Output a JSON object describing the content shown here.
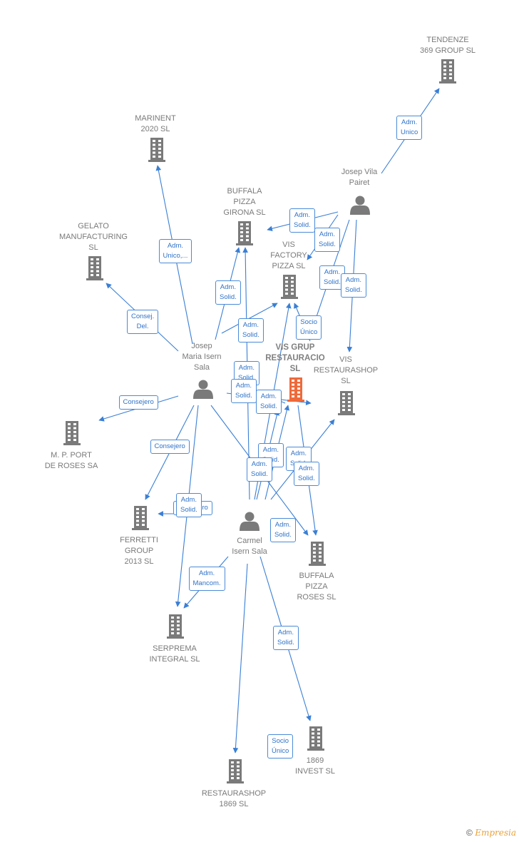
{
  "colors": {
    "edge": "#3a7fd5",
    "company": "#7a7a7a",
    "main_company": "#ee6a3a",
    "person": "#7a7a7a"
  },
  "nodes": [
    {
      "id": "tendenze",
      "kind": "company",
      "label": "TENDENZE\n369 GROUP SL"
    },
    {
      "id": "marinent",
      "kind": "company",
      "label": "MARINENT\n2020  SL"
    },
    {
      "id": "josep_vila",
      "kind": "person",
      "label": "Josep Vila\nPairet"
    },
    {
      "id": "buffala_girona",
      "kind": "company",
      "label": "BUFFALA\nPIZZA\nGIRONA  SL"
    },
    {
      "id": "gelato",
      "kind": "company",
      "label": "GELATO\nMANUFACTURING\nSL"
    },
    {
      "id": "vis_factory",
      "kind": "company",
      "label": "VIS\nFACTORY\nPIZZA  SL"
    },
    {
      "id": "vis_grup",
      "kind": "main",
      "label": "VIS GRUP\nRESTAURACIO\nSL"
    },
    {
      "id": "vis_restaurashop",
      "kind": "company",
      "label": "VIS\nRESTAURASHOP\nSL"
    },
    {
      "id": "josep_maria",
      "kind": "person",
      "label": "Josep\nMaria Isern\nSala"
    },
    {
      "id": "mp_port",
      "kind": "company",
      "label": "M. P. PORT\nDE ROSES SA"
    },
    {
      "id": "ferretti",
      "kind": "company",
      "label": "FERRETTI\nGROUP\n2013  SL"
    },
    {
      "id": "carmel",
      "kind": "person",
      "label": "Carmel\nIsern Sala"
    },
    {
      "id": "buffala_roses",
      "kind": "company",
      "label": "BUFFALA\nPIZZA\nROSES  SL"
    },
    {
      "id": "serprema",
      "kind": "company",
      "label": "SERPREMA\nINTEGRAL SL"
    },
    {
      "id": "invest1869",
      "kind": "company",
      "label": "1869\nINVEST  SL"
    },
    {
      "id": "restaurashop1869",
      "kind": "company",
      "label": "RESTAURASHOP\n1869  SL"
    }
  ],
  "edge_labels": [
    {
      "id": "el1",
      "text": "Adm.\nUnico"
    },
    {
      "id": "el2",
      "text": "Adm.\nUnico,..."
    },
    {
      "id": "el3",
      "text": "Adm.\nSolid."
    },
    {
      "id": "el4",
      "text": "Adm.\nSolid."
    },
    {
      "id": "el5",
      "text": "Adm.\nSolid."
    },
    {
      "id": "el6",
      "text": "Adm.\nSolid."
    },
    {
      "id": "el7",
      "text": "Adm.\nSolid."
    },
    {
      "id": "el8",
      "text": "Consej.\nDel."
    },
    {
      "id": "el9",
      "text": "Adm.\nSolid."
    },
    {
      "id": "el10",
      "text": "Socio\nÚnico"
    },
    {
      "id": "el11",
      "text": "Adm.\nSolid."
    },
    {
      "id": "el12",
      "text": "Adm.\nSolid."
    },
    {
      "id": "el13",
      "text": "Adm.\nSolid."
    },
    {
      "id": "el14",
      "text": "Consejero"
    },
    {
      "id": "el15",
      "text": "Consejero"
    },
    {
      "id": "el16",
      "text": "Adm.\nSolid."
    },
    {
      "id": "el17",
      "text": "Adm.\nSolid."
    },
    {
      "id": "el18",
      "text": "Adm.\nSolid."
    },
    {
      "id": "el19",
      "text": "Adm.\nSolid."
    },
    {
      "id": "el20",
      "text": "Consejero"
    },
    {
      "id": "el21",
      "text": "Adm.\nSolid."
    },
    {
      "id": "el22",
      "text": "Adm.\nMancom."
    },
    {
      "id": "el23",
      "text": "Adm.\nSolid."
    },
    {
      "id": "el24",
      "text": "Adm.\nSolid."
    },
    {
      "id": "el25",
      "text": "Socio\nÚnico"
    }
  ],
  "footer": {
    "copyright": "©",
    "brand": "Empresia"
  }
}
